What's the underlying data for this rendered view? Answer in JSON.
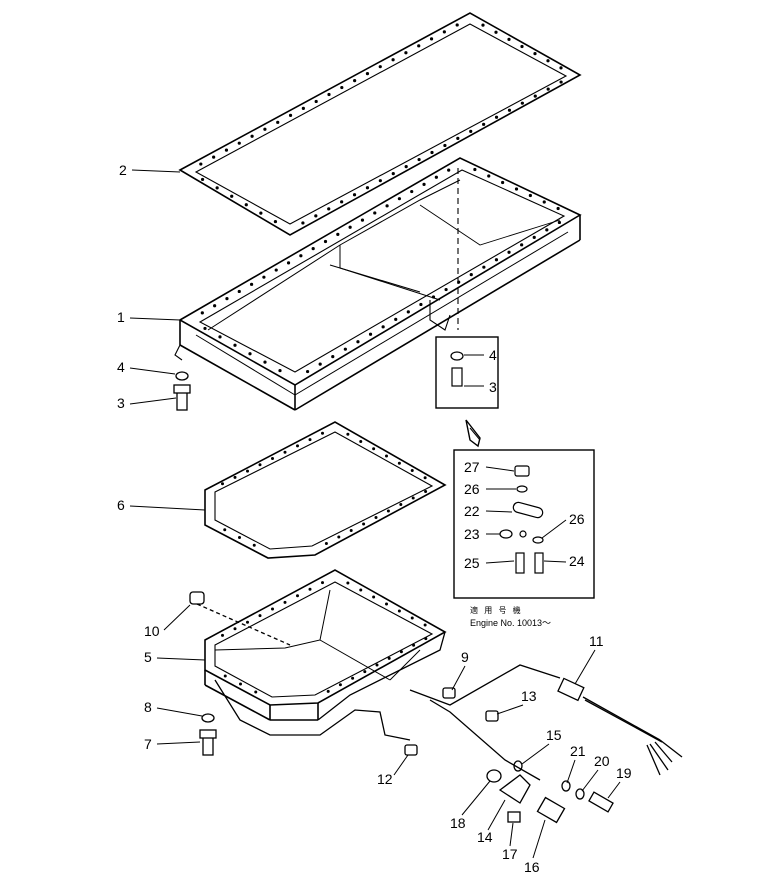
{
  "callouts": [
    {
      "id": "1",
      "label": "1"
    },
    {
      "id": "2",
      "label": "2"
    },
    {
      "id": "3",
      "label": "3"
    },
    {
      "id": "4",
      "label": "4"
    },
    {
      "id": "5",
      "label": "5"
    },
    {
      "id": "6",
      "label": "6"
    },
    {
      "id": "7",
      "label": "7"
    },
    {
      "id": "8",
      "label": "8"
    },
    {
      "id": "9",
      "label": "9"
    },
    {
      "id": "10",
      "label": "10"
    },
    {
      "id": "11",
      "label": "11"
    },
    {
      "id": "12",
      "label": "12"
    },
    {
      "id": "13",
      "label": "13"
    },
    {
      "id": "14",
      "label": "14"
    },
    {
      "id": "15",
      "label": "15"
    },
    {
      "id": "16",
      "label": "16"
    },
    {
      "id": "17",
      "label": "17"
    },
    {
      "id": "18",
      "label": "18"
    },
    {
      "id": "19",
      "label": "19"
    },
    {
      "id": "20",
      "label": "20"
    },
    {
      "id": "21",
      "label": "21"
    }
  ],
  "inset_top": {
    "labels": [
      "4",
      "3"
    ]
  },
  "inset_bottom": {
    "labels": [
      "27",
      "26",
      "22",
      "23",
      "25",
      "26",
      "24"
    ],
    "note_jp": "適 用 号 機",
    "note_en": "Engine No. 10013～"
  }
}
